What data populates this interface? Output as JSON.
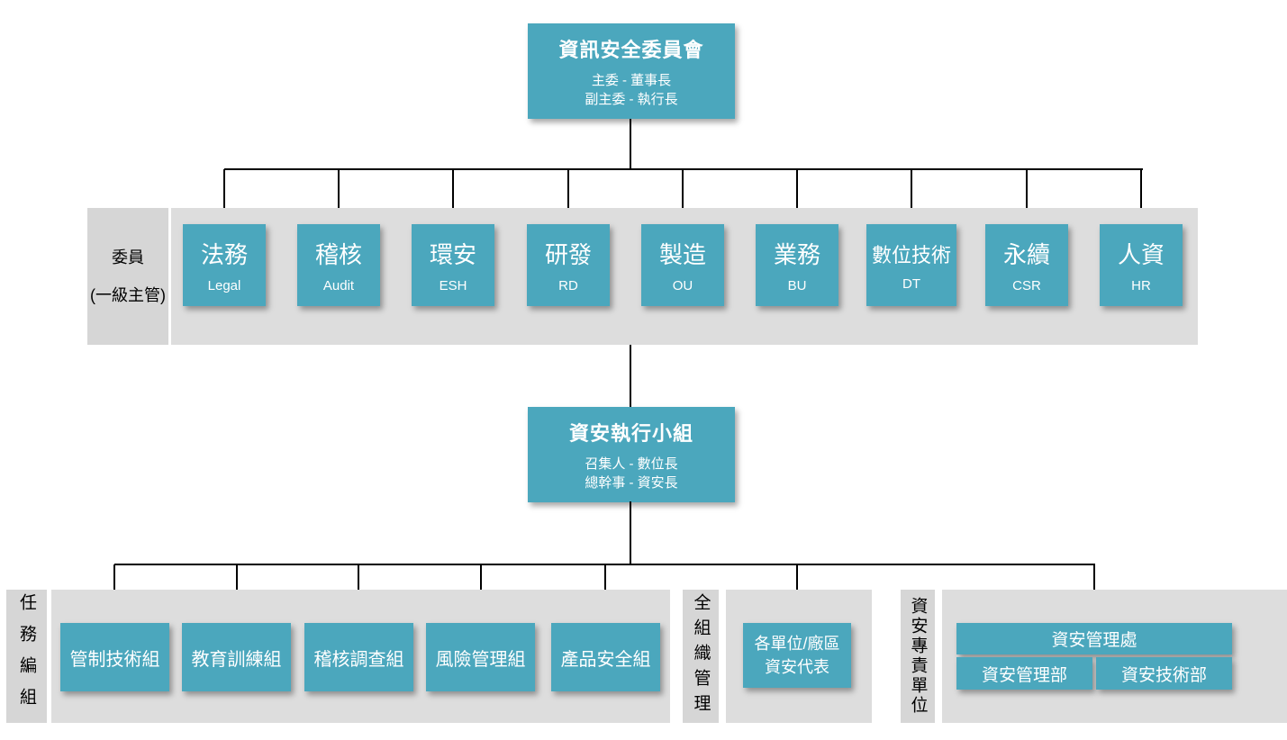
{
  "colors": {
    "accent_teal": "#4BA7BD",
    "band_gray": "#DDDDDD",
    "strip_gray": "#D6D6D6",
    "connector_black": "#000000",
    "text_on_teal": "#FFFFFF",
    "text_dark": "#000000"
  },
  "committee": {
    "title": "資訊安全委員會",
    "chair": "主委 - 董事長",
    "vice_chair": "副主委 - 執行長"
  },
  "members_band": {
    "label_line1": "委員",
    "label_line2": "(一級主管)",
    "members": [
      {
        "zh": "法務",
        "en": "Legal"
      },
      {
        "zh": "稽核",
        "en": "Audit"
      },
      {
        "zh": "環安",
        "en": "ESH"
      },
      {
        "zh": "研發",
        "en": "RD"
      },
      {
        "zh": "製造",
        "en": "OU"
      },
      {
        "zh": "業務",
        "en": "BU"
      },
      {
        "zh": "數位技術",
        "en": "DT"
      },
      {
        "zh": "永續",
        "en": "CSR"
      },
      {
        "zh": "人資",
        "en": "HR"
      }
    ]
  },
  "exec_team": {
    "title": "資安執行小組",
    "convener": "召集人 - 數位長",
    "secretary": "總幹事 - 資安長"
  },
  "task_band": {
    "label": "任務編組",
    "groups": [
      "管制技術組",
      "教育訓練組",
      "稽核調查組",
      "風險管理組",
      "產品安全組"
    ]
  },
  "org_band": {
    "label": "全組織管理",
    "rep_line1": "各單位/廠區",
    "rep_line2": "資安代表"
  },
  "dedicated_band": {
    "label": "資安專責單位",
    "division": "資安管理處",
    "dept_left": "資安管理部",
    "dept_right": "資安技術部"
  }
}
